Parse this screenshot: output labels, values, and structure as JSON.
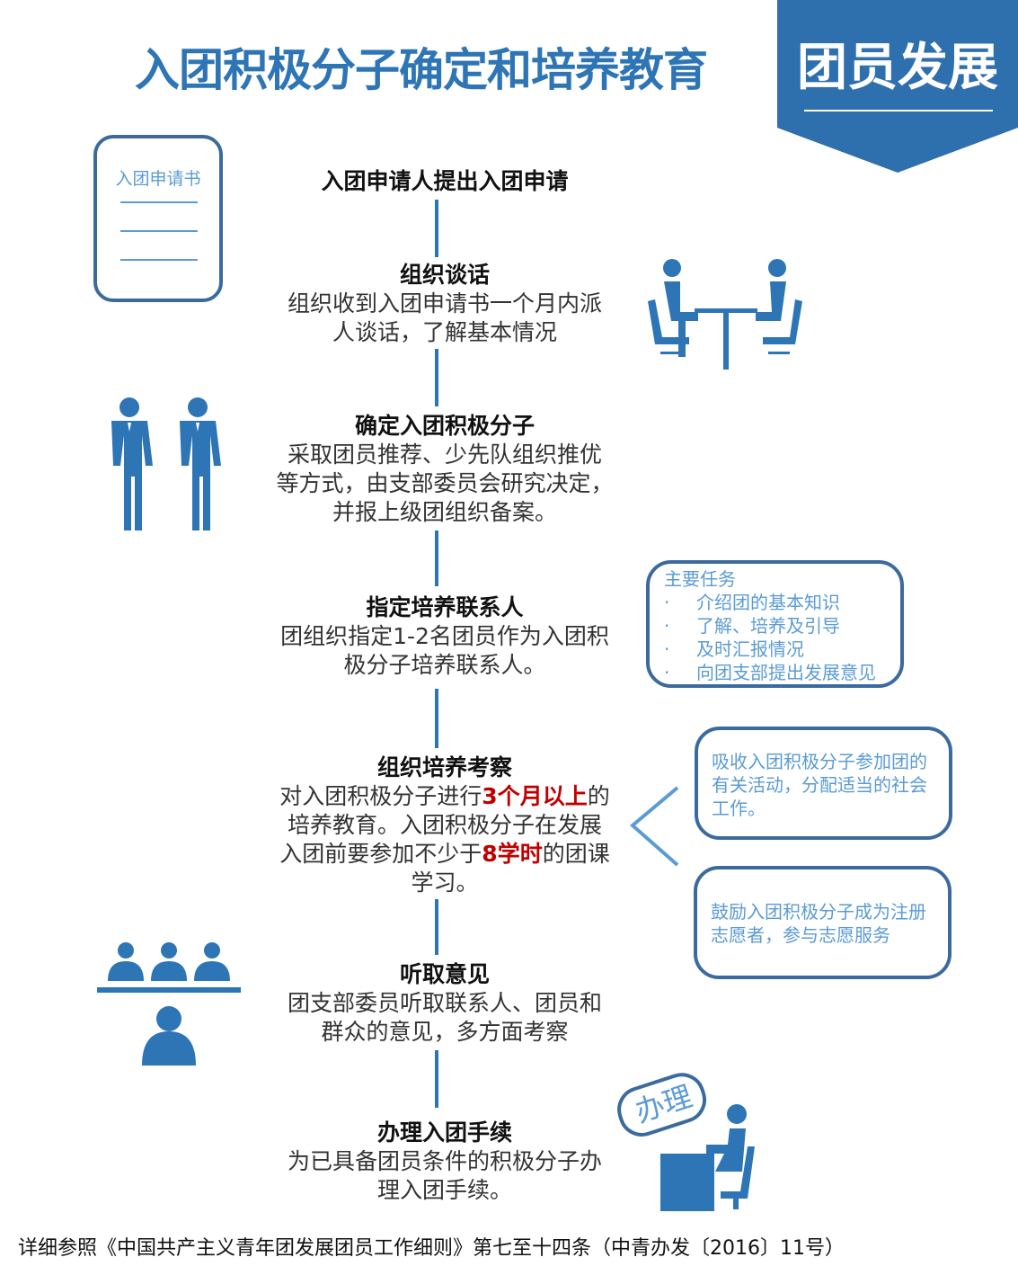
{
  "title": "入团积极分子确定和培养教育",
  "banner": "团员发展",
  "doc_label": "入团申请书",
  "steps": [
    {
      "heading": "入团申请人提出入团申请",
      "body": []
    },
    {
      "heading": "组织谈话",
      "body": [
        "组织收到入团申请书一个月内派",
        "人谈话，了解基本情况"
      ]
    },
    {
      "heading": "确定入团积极分子",
      "body": [
        "采取团员推荐、少先队组织推优",
        "等方式，由支部委员会研究决定，",
        "并报上级团组织备案。"
      ]
    },
    {
      "heading": "指定培养联系人",
      "body": [
        "团组织指定1-2名团员作为入团积",
        "极分子培养联系人。"
      ]
    },
    {
      "heading": "组织培养考察",
      "body_parts": {
        "a": "对入团积极分子进行",
        "b": "3个月以上",
        "c": "的",
        "d": "培养教育。入团积极分子在发展",
        "e": "入团前要参加不少于",
        "f": "8学时",
        "g": "的团课",
        "h": "学习。"
      }
    },
    {
      "heading": "听取意见",
      "body": [
        "团支部委员听取联系人、团员和",
        "群众的意见，多方面考察"
      ]
    },
    {
      "heading": "办理入团手续",
      "body": [
        "为已具备团员条件的积极分子办",
        "理入团手续。"
      ]
    }
  ],
  "tasks": {
    "title": "主要任务",
    "items": [
      "介绍团的基本知识",
      "了解、培养及引导",
      "及时汇报情况",
      "向团支部提出发展意见"
    ]
  },
  "side1": "吸收入团积极分子参加团的有关活动，分配适当的社会工作。",
  "side2": "鼓励入团积极分子成为注册志愿者，参与志愿服务",
  "stamp": "办理",
  "footer": "详细参照《中国共产主义青年团发展团员工作细则》第七至十四条（中青办发〔2016〕11号）",
  "colors": {
    "primary": "#2e75b6",
    "highlight": "#c00000",
    "box": "#3b6b9e"
  }
}
